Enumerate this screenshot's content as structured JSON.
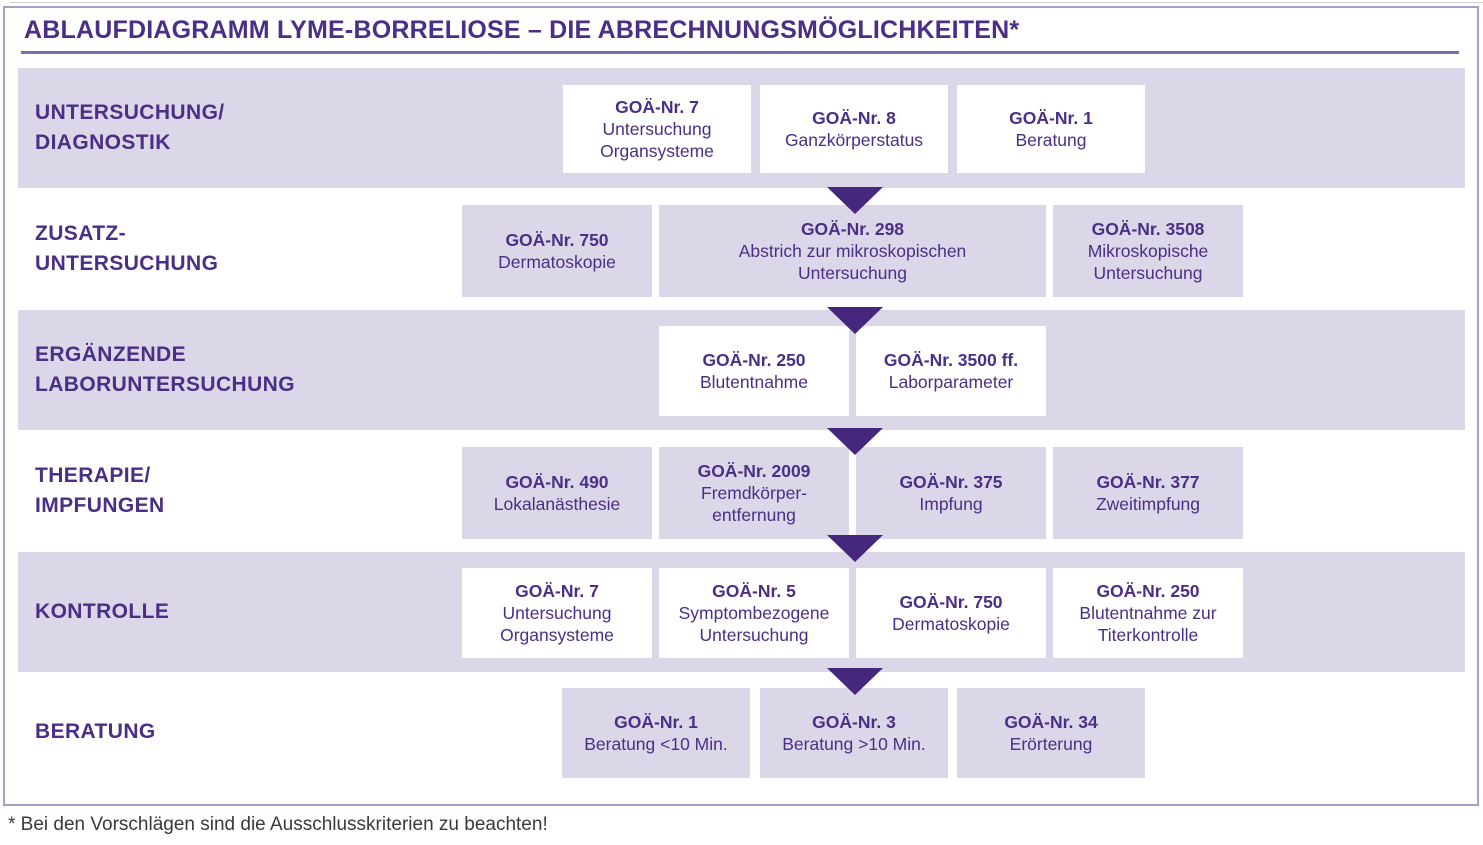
{
  "title": "ABLAUFDIAGRAMM LYME-BORRELIOSE – DIE ABRECHNUNGSMÖGLICHKEITEN*",
  "footnote": "* Bei den Vorschlägen sind die Ausschlusskriterien zu beachten!",
  "colors": {
    "accent_text": "#4b2e86",
    "band_lavender": "#dcd7e8",
    "arrow": "#45277e",
    "frame_border": "#a79ec7"
  },
  "rows": [
    {
      "label": "UNTERSUCHUNG/\nDIAGNOSTIK",
      "boxes": [
        {
          "code": "GOÄ-Nr. 7",
          "desc": "Untersuchung\nOrgansysteme"
        },
        {
          "code": "GOÄ-Nr. 8",
          "desc": "Ganzkörperstatus"
        },
        {
          "code": "GOÄ-Nr. 1",
          "desc": "Beratung"
        }
      ]
    },
    {
      "label": "ZUSATZ-\nUNTERSUCHUNG",
      "boxes": [
        {
          "code": "GOÄ-Nr. 750",
          "desc": "Dermatoskopie"
        },
        {
          "code": "GOÄ-Nr. 298",
          "desc": "Abstrich zur mikroskopischen\nUntersuchung"
        },
        {
          "code": "GOÄ-Nr. 3508",
          "desc": "Mikroskopische\nUntersuchung"
        }
      ]
    },
    {
      "label": "ERGÄNZENDE\nLABORUNTERSUCHUNG",
      "boxes": [
        {
          "code": "GOÄ-Nr. 250",
          "desc": "Blutentnahme"
        },
        {
          "code": "GOÄ-Nr. 3500 ff.",
          "desc": "Laborparameter"
        }
      ]
    },
    {
      "label": "THERAPIE/\nIMPFUNGEN",
      "boxes": [
        {
          "code": "GOÄ-Nr. 490",
          "desc": "Lokalanästhesie"
        },
        {
          "code": "GOÄ-Nr. 2009",
          "desc": "Fremdkörper-\nentfernung"
        },
        {
          "code": "GOÄ-Nr. 375",
          "desc": "Impfung"
        },
        {
          "code": "GOÄ-Nr. 377",
          "desc": "Zweitimpfung"
        }
      ]
    },
    {
      "label": "KONTROLLE",
      "boxes": [
        {
          "code": "GOÄ-Nr. 7",
          "desc": "Untersuchung\nOrgansysteme"
        },
        {
          "code": "GOÄ-Nr. 5",
          "desc": "Symptombezogene\nUntersuchung"
        },
        {
          "code": "GOÄ-Nr. 750",
          "desc": "Dermatoskopie"
        },
        {
          "code": "GOÄ-Nr. 250",
          "desc": "Blutentnahme zur\nTiterkontrolle"
        }
      ]
    },
    {
      "label": "BERATUNG",
      "boxes": [
        {
          "code": "GOÄ-Nr. 1",
          "desc": "Beratung <10 Min."
        },
        {
          "code": "GOÄ-Nr. 3",
          "desc": "Beratung >10 Min."
        },
        {
          "code": "GOÄ-Nr. 34",
          "desc": "Erörterung"
        }
      ]
    }
  ]
}
